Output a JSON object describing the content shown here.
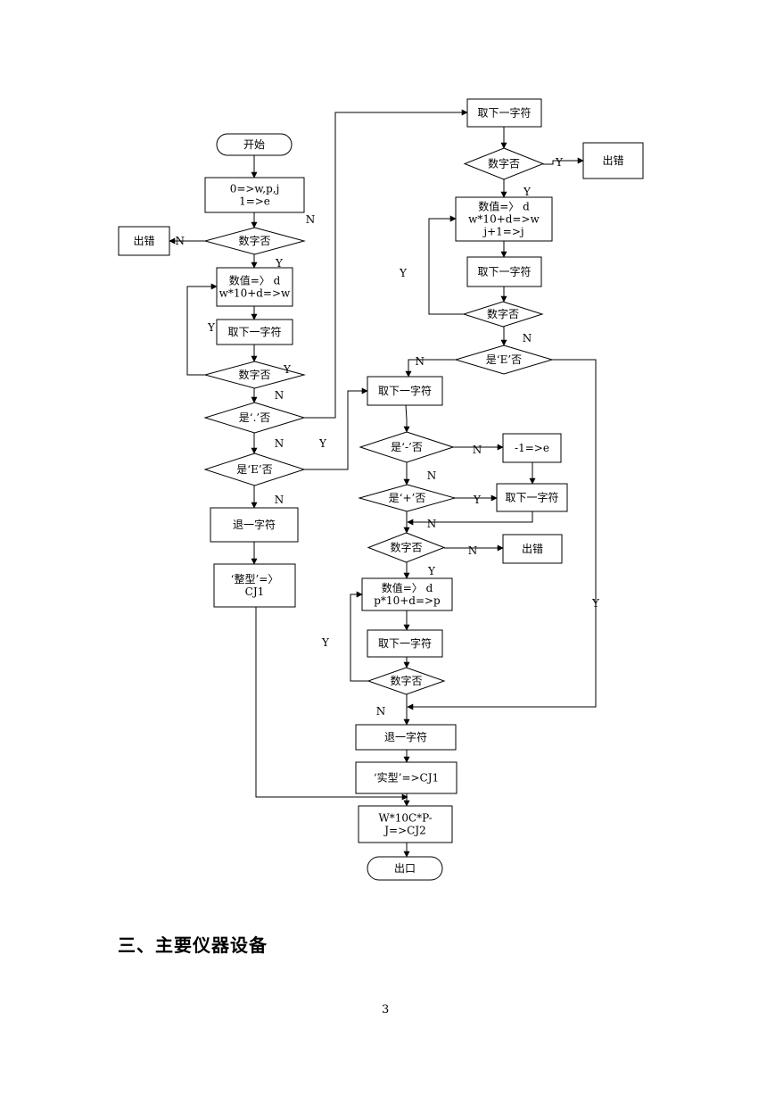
{
  "flowchart": {
    "nodes": {
      "start": [
        "开始"
      ],
      "init": [
        "0=>w,p,j",
        "1=>e"
      ],
      "err1": [
        "出错"
      ],
      "d1": [
        "数字否"
      ],
      "v1": [
        "数值=〉 d",
        "w*10+d=>w"
      ],
      "n1": [
        "取下一字符"
      ],
      "d2": [
        "数字否"
      ],
      "dot": [
        "是‘.’否"
      ],
      "isE1": [
        "是‘E’否"
      ],
      "back1": [
        "退一字符"
      ],
      "int": [
        "‘整型’=〉",
        "CJ1"
      ],
      "n2": [
        "取下一字符"
      ],
      "d3": [
        "数字否"
      ],
      "err2": [
        "出错"
      ],
      "v2": [
        "数值=〉 d",
        "w*10+d=>w",
        "j+1=>j"
      ],
      "n3": [
        "取下一字符"
      ],
      "d4": [
        "数字否"
      ],
      "isE2": [
        "是‘E’否"
      ],
      "n4": [
        "取下一字符"
      ],
      "minus": [
        "是‘-’否"
      ],
      "neg": [
        "-1=>e"
      ],
      "plus": [
        "是‘+’否"
      ],
      "n5": [
        "取下一字符"
      ],
      "d5": [
        "数字否"
      ],
      "err3": [
        "出错"
      ],
      "v3": [
        "数值=〉 d",
        "p*10+d=>p"
      ],
      "n6": [
        "取下一字符"
      ],
      "d6": [
        "数字否"
      ],
      "back2": [
        "退一字符"
      ],
      "real": [
        "‘实型’=>CJ1"
      ],
      "calc": [
        "W*10C*P-",
        "J=>CJ2"
      ],
      "exit": [
        "出口"
      ]
    },
    "edge_labels": [
      "N",
      "Y",
      "Y",
      "Y",
      "N",
      "N",
      "Y",
      "N",
      "N",
      "Y",
      "Y",
      "N",
      "Y",
      "N",
      "Y",
      "N",
      "N",
      "Y",
      "N",
      "Y",
      "Y",
      "N",
      "N"
    ]
  },
  "section_heading": "三、主要仪器设备",
  "page_number": "3"
}
